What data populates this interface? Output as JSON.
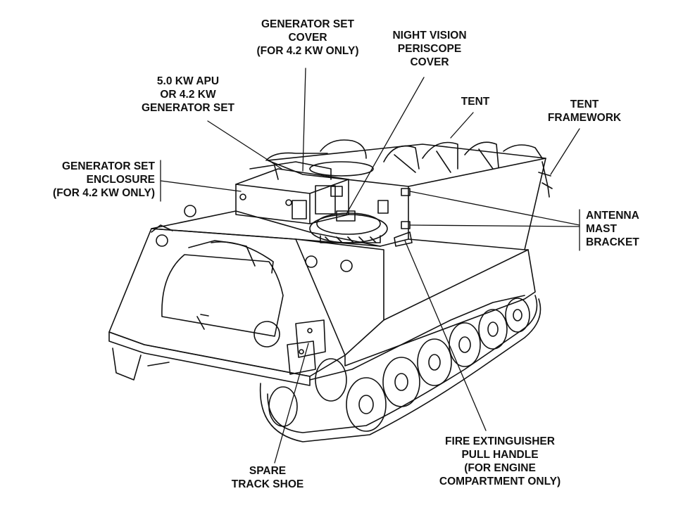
{
  "labels": {
    "generator_set_cover": [
      "GENERATOR SET",
      "COVER",
      "(FOR 4.2 KW ONLY)"
    ],
    "night_vision_periscope_cover": [
      "NIGHT VISION",
      "PERISCOPE",
      "COVER"
    ],
    "apu_or_generator_set": [
      "5.0 KW APU",
      "OR 4.2 KW",
      "GENERATOR SET"
    ],
    "tent": [
      "TENT"
    ],
    "tent_framework": [
      "TENT",
      "FRAMEWORK"
    ],
    "generator_set_enclosure": [
      "GENERATOR SET",
      "ENCLOSURE",
      "(FOR 4.2 KW ONLY)"
    ],
    "antenna_mast_bracket": [
      "ANTENNA",
      "MAST",
      "BRACKET"
    ],
    "fire_extinguisher_pull_handle": [
      "FIRE EXTINGUISHER",
      "PULL HANDLE",
      "(FOR ENGINE",
      "COMPARTMENT ONLY)"
    ],
    "spare_track_shoe": [
      "SPARE",
      "TRACK SHOE"
    ]
  },
  "colors": {
    "ink": "#111111",
    "paper": "#ffffff"
  }
}
